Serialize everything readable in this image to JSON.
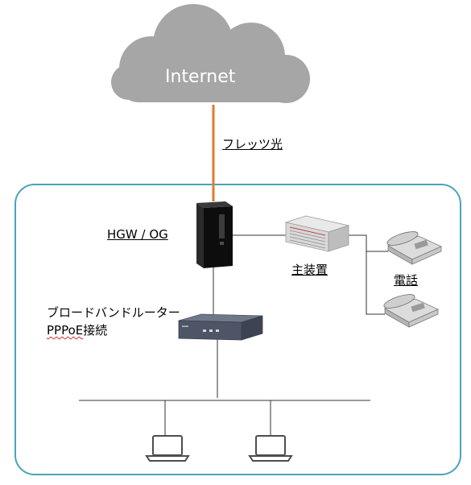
{
  "cloud": {
    "label": "Internet"
  },
  "fiber": {
    "label": "フレッツ光"
  },
  "hgw": {
    "label": "HGW / OG"
  },
  "pbx": {
    "label": "主装置"
  },
  "phones": {
    "label": "電話"
  },
  "router": {
    "label_line1": "ブロードバンドルーター",
    "label_line2_prefix": "PPPoE",
    "label_line2_suffix": "接続"
  },
  "colors": {
    "cloud": "#a6a6a6",
    "fiber": "#e07a2e",
    "lan_border": "#4aa3bd",
    "line": "#333333"
  }
}
